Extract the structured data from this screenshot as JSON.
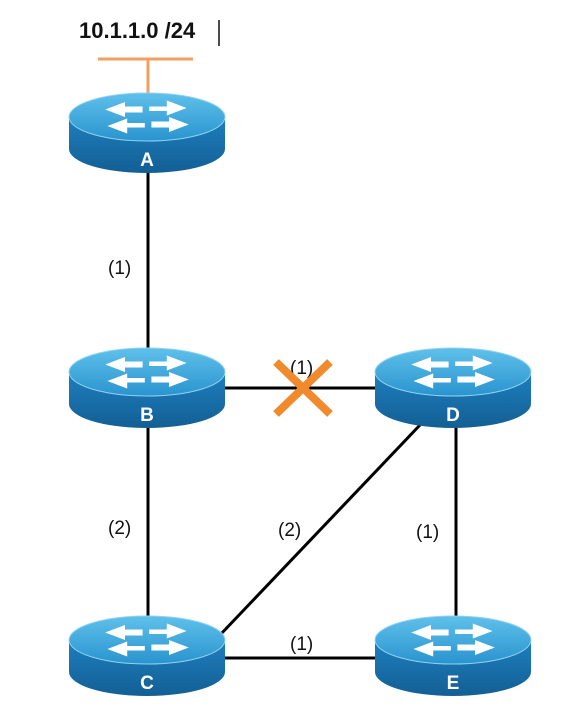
{
  "network": {
    "label": "10.1.1.0 /24",
    "color": "#f0a060"
  },
  "routers": {
    "A": {
      "label": "A"
    },
    "B": {
      "label": "B"
    },
    "C": {
      "label": "C"
    },
    "D": {
      "label": "D"
    },
    "E": {
      "label": "E"
    }
  },
  "links": {
    "ab": {
      "cost": "(1)"
    },
    "bd": {
      "cost": "(1)",
      "failed": true
    },
    "bc": {
      "cost": "(2)"
    },
    "cd": {
      "cost": "(2)"
    },
    "de": {
      "cost": "(1)"
    },
    "ce": {
      "cost": "(1)"
    }
  },
  "colors": {
    "router_top": "#2e9fd6",
    "router_side": "#1b73ad",
    "router_arrows": "#ffffff",
    "link": "#000000",
    "failure_mark": "#f08a2c"
  }
}
